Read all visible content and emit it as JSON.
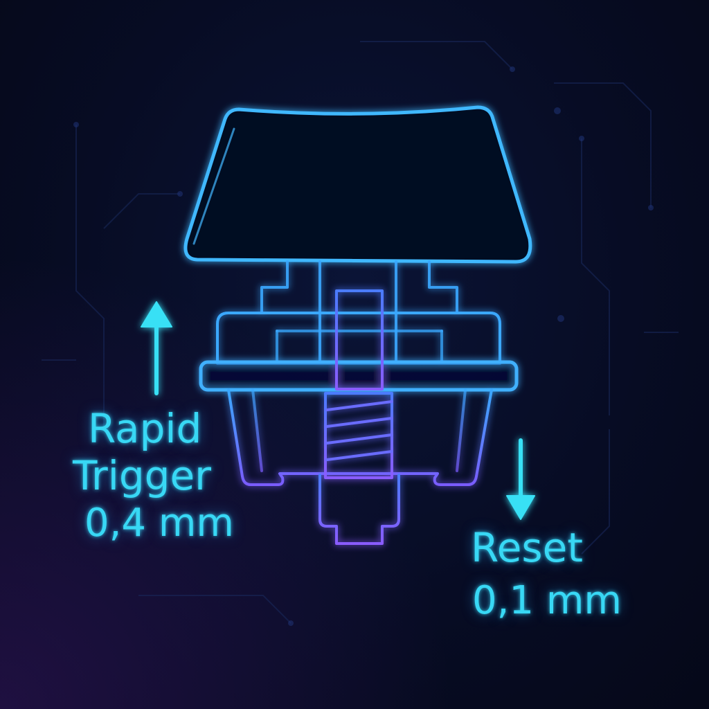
{
  "rapid_trigger": {
    "label_line1": "Rapid",
    "label_line2": "Trigger",
    "value": "0,4 mm"
  },
  "reset": {
    "label": "Reset",
    "value": "0,1 mm"
  },
  "icons": {
    "up_arrow": "arrow-up-icon",
    "down_arrow": "arrow-down-icon",
    "switch": "mechanical-key-switch-icon"
  },
  "colors": {
    "background": "#070c24",
    "text_glow": "#38d8f5",
    "outline_blue": "#3aa8ff",
    "outline_purple": "#7a5cff"
  }
}
